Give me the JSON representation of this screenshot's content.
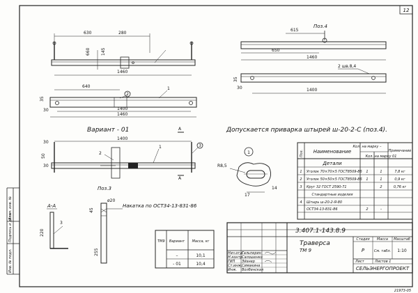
{
  "sheet": {
    "sheet_number": "12",
    "corner_stamp": "21973-05",
    "side_labels": [
      "Инв. № подл.",
      "Подпись и дата",
      "Взам. инв. №"
    ]
  },
  "views": {
    "top_left": {
      "dims": [
        "630",
        "280",
        "660",
        "145",
        "1460"
      ]
    },
    "mid_left": {
      "dims": [
        "640",
        "1400",
        "1460",
        "30",
        "35"
      ],
      "callouts": [
        "2",
        "1"
      ]
    },
    "variant": {
      "title": "Вариант - 01",
      "dims": [
        "1400",
        "30",
        "30",
        "50"
      ],
      "callouts": [
        "3",
        "2",
        "1"
      ],
      "section_mark": "А"
    },
    "poz4": {
      "title": "Поз.4",
      "dims": [
        "615",
        "650",
        "1460",
        "1400",
        "30",
        "35"
      ],
      "weld_note": "2 шв.8,4"
    },
    "note": "Допускается приварка штырей ш-20-2-С (поз.4).",
    "section_a": {
      "title": "А-А",
      "dims": [
        "220",
        "3"
      ]
    },
    "poz3": {
      "title": "Поз.3",
      "dims": [
        "ø20",
        "255",
        "45"
      ],
      "note": "Накатка по ОСТ34-13-831-86"
    },
    "detail_1": {
      "marker": "1",
      "dims": [
        "R8,5",
        "17",
        "14"
      ]
    }
  },
  "spec_table": {
    "headers": [
      "Поз.",
      "Наименование",
      "Кол. на марку –",
      "Кол. на марку 01",
      "Примечание"
    ],
    "sections": [
      {
        "title": "Детали",
        "rows": [
          {
            "pos": "1",
            "name": "Уголок 70×70×5 ГОСТ8509-86",
            "q1": "1",
            "q2": "1",
            "note": "7,8 кг"
          },
          {
            "pos": "2",
            "name": "Уголок 50×50×5 ГОСТ8509-86",
            "q1": "1",
            "q2": "1",
            "note": "0,9 кг"
          },
          {
            "pos": "3",
            "name": "Круг 32 ГОСТ 2590-71",
            "q1": "",
            "q2": "2",
            "note": "0,76 кг"
          }
        ]
      },
      {
        "title": "Стандартные изделия",
        "rows": [
          {
            "pos": "4",
            "name": "Штырь ш-20-2-Я-80",
            "q1": "",
            "q2": "",
            "note": ""
          },
          {
            "pos": "",
            "name": "ОСТ34-13-831-86",
            "q1": "2",
            "q2": "–",
            "note": ""
          }
        ]
      }
    ]
  },
  "mass_table": {
    "headers": [
      "Вариант",
      "Масса, кг"
    ],
    "mark": "ТМ9",
    "rows": [
      {
        "variant": "–",
        "mass": "10,1"
      },
      {
        "variant": "- 01",
        "mass": "10,4"
      }
    ]
  },
  "title_block": {
    "designation": "3.407.1-143.8.9",
    "name_line1": "Траверса",
    "name_line2": "ТМ 9",
    "col_headers": [
      "Стадия",
      "Масса",
      "Масштаб"
    ],
    "stage": "Р",
    "mass": "См. табл.",
    "scale": "1:10",
    "sheet_label": "Лист",
    "sheets_label": "Листов 1",
    "org": "СЕЛЬЭНЕРГОПРОЕКТ",
    "signatures": [
      {
        "role": "Нач.отд.",
        "name": "Гальперин"
      },
      {
        "role": "Н.контр.",
        "name": "Салошенко"
      },
      {
        "role": "ГИП",
        "name": "Эйзнер"
      },
      {
        "role": "Ст.инж.",
        "name": "Симакина"
      },
      {
        "role": "Инж.",
        "name": "Волбенская"
      }
    ]
  }
}
